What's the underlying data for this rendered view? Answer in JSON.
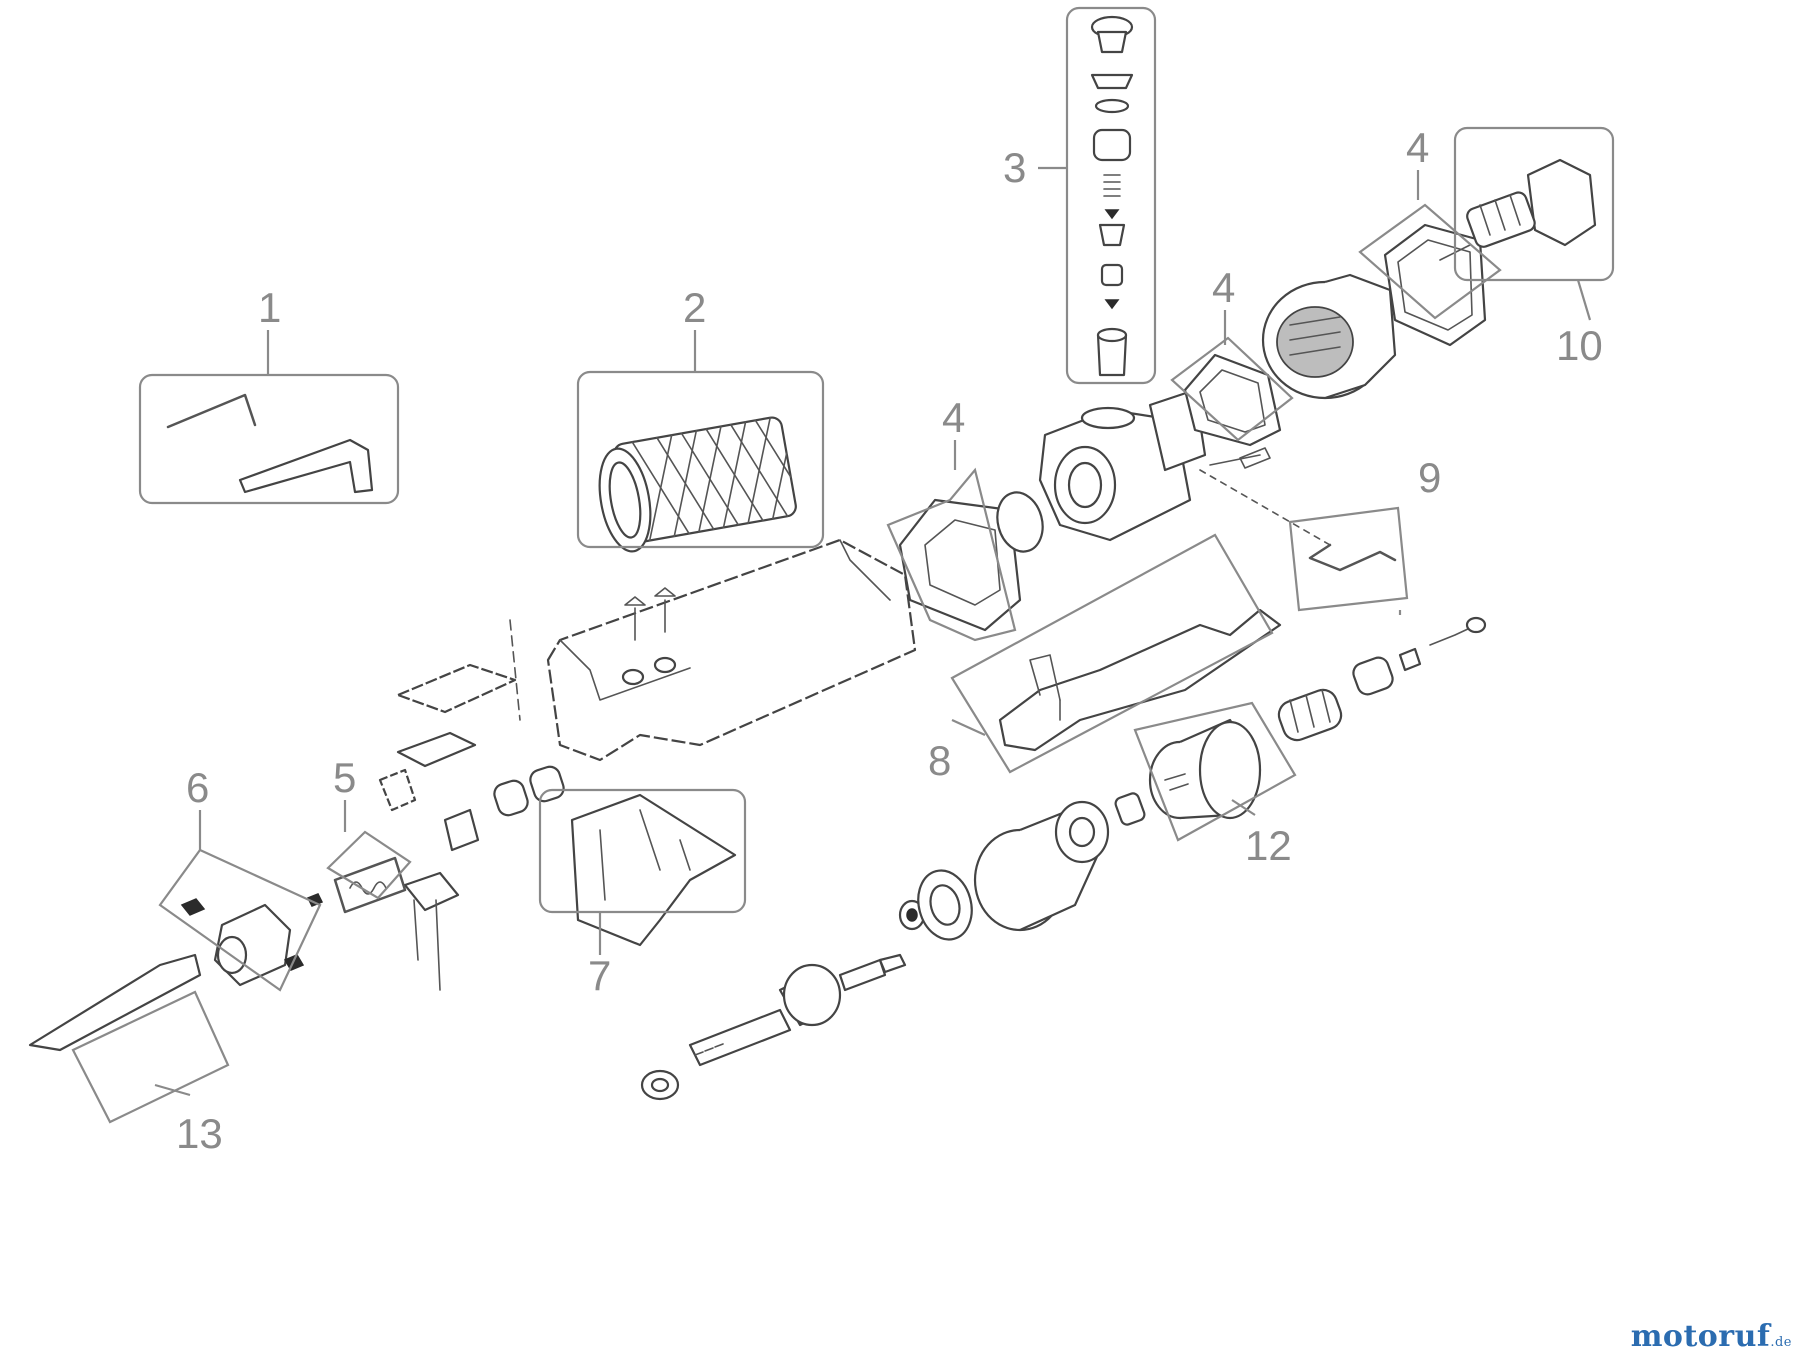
{
  "callouts": [
    {
      "id": "1",
      "text": "1"
    },
    {
      "id": "2",
      "text": "2"
    },
    {
      "id": "3",
      "text": "3"
    },
    {
      "id": "4a",
      "text": "4"
    },
    {
      "id": "4b",
      "text": "4"
    },
    {
      "id": "4c",
      "text": "4"
    },
    {
      "id": "5",
      "text": "5"
    },
    {
      "id": "6",
      "text": "6"
    },
    {
      "id": "7",
      "text": "7"
    },
    {
      "id": "8",
      "text": "8"
    },
    {
      "id": "9",
      "text": "9"
    },
    {
      "id": "10",
      "text": "10"
    },
    {
      "id": "12",
      "text": "12"
    },
    {
      "id": "13",
      "text": "13"
    }
  ],
  "watermark": {
    "brand_main": "motoruf",
    "brand_tld": ".de"
  },
  "colors": {
    "label_gray": "#8a8a8a",
    "line_dark": "#444444",
    "logo_blue": "#2b6cb0",
    "logo_red": "#c0392b"
  }
}
